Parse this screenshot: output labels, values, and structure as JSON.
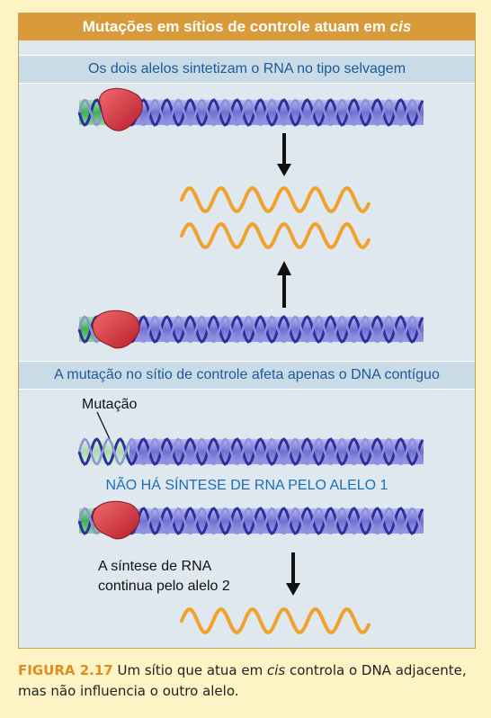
{
  "panel": {
    "title_main": "Mutações em sítios de controle atuam em ",
    "title_italic": "cis",
    "subtitle_1": "Os dois alelos sintetizam o RNA no tipo selvagem",
    "subtitle_2": "A mutação no sítio de controle afeta apenas o DNA contíguo",
    "mutation_label": "Mutação",
    "no_synthesis": "NÃO HÁ SÍNTESE DE RNA PELO ALELO 1",
    "synthesis_line1": "A síntese de RNA",
    "synthesis_line2": "continua pelo alelo 2"
  },
  "caption": {
    "figure_label": "FIGURA 2.17",
    "text_before": " Um sítio que atua em ",
    "text_italic": "cis",
    "text_after": " controla o DNA adjacente, mas não influencia o outro alelo."
  },
  "colors": {
    "title_bar": "#d99a3a",
    "subtitle_bar": "#c8dbe6",
    "dna": "#5b5cc8",
    "control_site": "#3fae5a",
    "polymerase": "#d8323a",
    "rna": "#f0a22e",
    "caption_label": "#e08d1f"
  }
}
